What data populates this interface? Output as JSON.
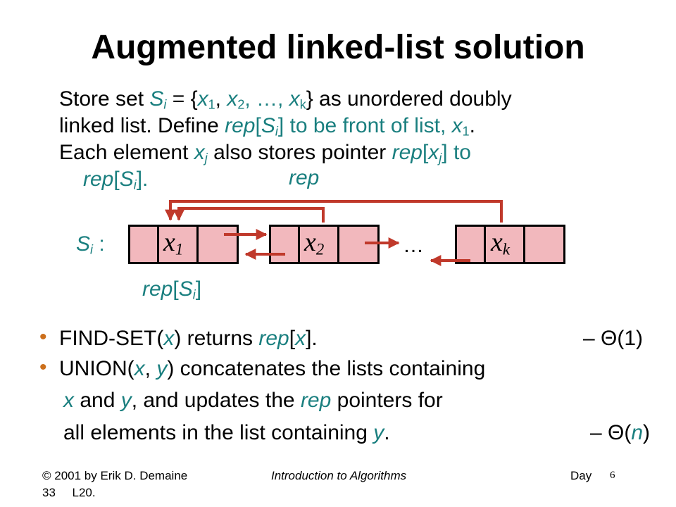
{
  "title": "Augmented linked-list solution",
  "para": {
    "l1_a": "Store set ",
    "l1_S": "S",
    "l1_i": "i",
    "l1_b": " = {",
    "l1_x1": "x",
    "l1_1": "1",
    "l1_c": ", ",
    "l1_x2": "x",
    "l1_2": "2",
    "l1_d": ", …, ",
    "l1_xk": "x",
    "l1_k": "k",
    "l1_e": "} as unordered doubly",
    "l2_a": "linked list. Define ",
    "l2_rep": "rep",
    "l2_b": "[",
    "l2_S": "S",
    "l2_i": "i",
    "l2_c": "] to be front of list, ",
    "l2_x": "x",
    "l2_1": "1",
    "l2_d": ".",
    "l3_a": "Each element ",
    "l3_x": "x",
    "l3_j": "j",
    "l3_b": " also stores pointer ",
    "l3_rep": "rep",
    "l3_c": "[",
    "l3_x2": "x",
    "l3_j2": "j",
    "l3_d": "] to",
    "l4_rep": "rep",
    "l4_b": "[",
    "l4_S": "S",
    "l4_i": "i",
    "l4_c": "]."
  },
  "diagram": {
    "rep_label": "rep",
    "set_S": "S",
    "set_i": "i",
    "set_colon": " :",
    "node1_x": "x",
    "node1_sub": "1",
    "node2_x": "x",
    "node2_sub": "2",
    "nodek_x": "x",
    "nodek_sub": "k",
    "ellipsis": "…",
    "rep_S_rep": "rep",
    "rep_S_open": "[",
    "rep_S_S": "S",
    "rep_S_i": "i",
    "rep_S_close": "]",
    "pointer_color": "#c0392b",
    "node_fill": "#f2b8bd"
  },
  "bullets": {
    "b1_a": "FIND-SET(",
    "b1_x": "x",
    "b1_b": ") returns ",
    "b1_rep": "rep",
    "b1_c": "[",
    "b1_x2": "x",
    "b1_d": "].",
    "b1_cost_dash": "– ",
    "b1_cost": "Θ(1)",
    "b2_a": "UNION(",
    "b2_x": "x",
    "b2_b": ", ",
    "b2_y": "y",
    "b2_c": ") concatenates the lists containing",
    "b2_l2_x": "x",
    "b2_l2_a": " and ",
    "b2_l2_y": "y",
    "b2_l2_b": ", and updates the ",
    "b2_l2_rep": "rep",
    "b2_l2_c": " pointers for",
    "b2_l3_a": "all elements in the list containing ",
    "b2_l3_y": "y",
    "b2_l3_b": ".",
    "b2_cost_dash": "– ",
    "b2_cost_theta": "Θ(",
    "b2_cost_n": "n",
    "b2_cost_close": ")"
  },
  "footer": {
    "copyright": "© 2001 by Erik D. Demaine",
    "course": "Introduction to Algorithms",
    "day": "Day",
    "page": "6",
    "lecture": "33     L20."
  },
  "colors": {
    "teal": "#1a7f7f",
    "bullet": "#cc6f1c"
  }
}
